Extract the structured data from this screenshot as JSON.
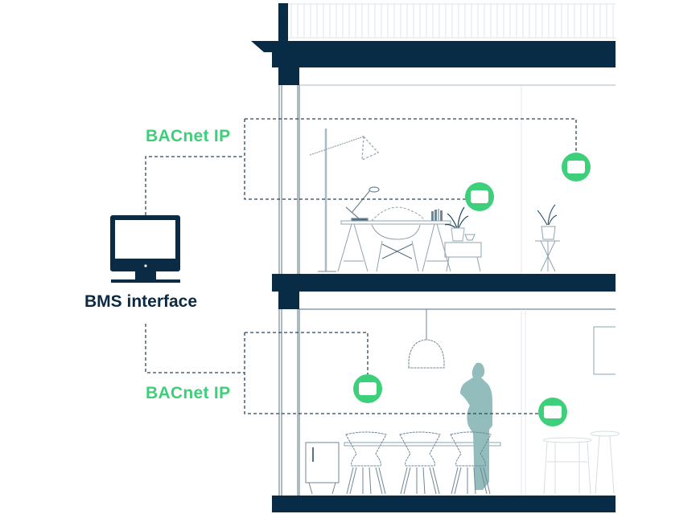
{
  "diagram": {
    "title": "BMS integration via BACnet IP",
    "bms_label": "BMS interface",
    "connections": [
      {
        "label": "BACnet IP",
        "floor": "upper",
        "devices": 2
      },
      {
        "label": "BACnet IP",
        "floor": "lower",
        "devices": 2
      }
    ],
    "floors": [
      {
        "name": "upper",
        "furniture": [
          "floor-lamp",
          "desk",
          "desk-lamp",
          "chair",
          "books",
          "side-table",
          "plant",
          "plant-stand"
        ]
      },
      {
        "name": "lower",
        "furniture": [
          "pendant-lamp",
          "cabinet",
          "bar-counter",
          "chairs",
          "person",
          "table",
          "picture-frame"
        ]
      }
    ],
    "colors": {
      "structure": "#082c46",
      "accent": "#3ecf7a",
      "line": "#6f8796",
      "person": "#93bcbc"
    }
  }
}
